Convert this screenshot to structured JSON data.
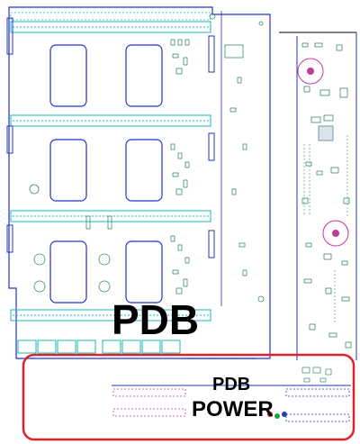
{
  "labels": {
    "board_name": "PDB",
    "highlight_title": "PDB",
    "highlight_subtitle": "POWER"
  },
  "colors": {
    "outline": "#2233cc",
    "trace": "#18b8b8",
    "component": "#3a8a6a",
    "highlight_box": "#e0202a",
    "pad": "#c03a9a",
    "text": "#000000"
  }
}
